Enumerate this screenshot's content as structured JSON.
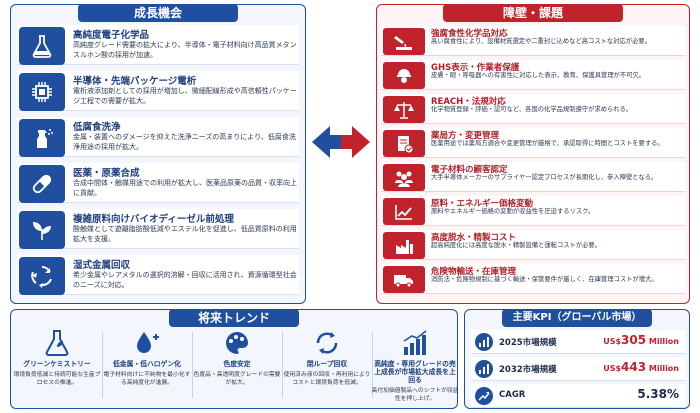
{
  "opportunities": {
    "header": "成長機会",
    "items": [
      {
        "icon": "flask-icon",
        "title": "高純度電子化学品",
        "desc": "高純度グレード需要の拡大により、半導体・電子材料向け高品質メタンスルホン酸の採用が加速。"
      },
      {
        "icon": "chip-icon",
        "title": "半導体・先端パッケージ電析",
        "desc": "電析液添加剤としての採用が増加し、微細配線形成や高信頼性パッケージ工程での需要が拡大。"
      },
      {
        "icon": "spray-bottle-icon",
        "title": "低腐食洗浄",
        "desc": "金属・装置へのダメージを抑えた洗浄ニーズの高まりにより、低腐食洗浄用途の採用が拡大。"
      },
      {
        "icon": "capsule-icon",
        "title": "医薬・原薬合成",
        "desc": "合成中間体・触媒用途での利用が拡大し、医薬品原薬の品質・収率向上に貢献。"
      },
      {
        "icon": "leaves-icon",
        "title": "複雑原料向けバイオディーゼル前処理",
        "desc": "酸触媒として遊離脂肪酸低減やエステル化を促進し、低品質原料の利用拡大を支援。"
      },
      {
        "icon": "recycle-icon",
        "title": "湿式金属回収",
        "desc": "希少金属やレアメタルの選択的溶解・回収に活用され、資源循環型社会のニーズに対応。"
      }
    ]
  },
  "barriers": {
    "header": "障壁・課題",
    "items": [
      {
        "icon": "corrosion-icon",
        "title": "強腐食性化学品対応",
        "desc": "高い腐食性により、設備材質選定や二重封じ込めなど高コストな対応が必要。"
      },
      {
        "icon": "worker-icon",
        "title": "GHS表示・作業者保護",
        "desc": "皮膚・眼・呼吸器への有害性に対応した表示、教育、保護具管理が不可欠。"
      },
      {
        "icon": "scale-icon",
        "title": "REACH・法規対応",
        "desc": "化学物質登録・評価・認可など、各国の化学品規制遵守が求められる。"
      },
      {
        "icon": "document-check-icon",
        "title": "薬局方・変更管理",
        "desc": "医薬用途では薬局方適合や変更管理が厳格で、承認取得に時間とコストを要する。"
      },
      {
        "icon": "people-icon",
        "title": "電子材料の顧客認定",
        "desc": "大手半導体メーカーのサプライヤー認定プロセスが長期化し、参入障壁となる。"
      },
      {
        "icon": "trend-chart-icon",
        "title": "原料・エネルギー価格変動",
        "desc": "原料やエネルギー価格の変動が収益性を圧迫するリスク。"
      },
      {
        "icon": "factory-icon",
        "title": "高度脱水・精製コスト",
        "desc": "超高純度化には高度な脱水・精製設備と運転コストが必要。"
      },
      {
        "icon": "truck-icon",
        "title": "危険物輸送・在庫管理",
        "desc": "消防法・危険物規制に基づく輸送・保管要件が厳しく、在庫管理コストが増大。"
      }
    ]
  },
  "trends": {
    "header": "将来トレンド",
    "items": [
      {
        "icon": "green-flask-icon",
        "title": "グリーンケミストリー",
        "desc": "環境負荷低減と持続可能な生産プロセスの推進。"
      },
      {
        "icon": "drop-icon",
        "title": "低金属・低ハロゲン化",
        "desc": "電子材料向けに不純物を最小化する高純度化が進展。"
      },
      {
        "icon": "palette-icon",
        "title": "色度安定",
        "desc": "色度品・高透明度グレードの需要が拡大。"
      },
      {
        "icon": "loop-icon",
        "title": "閉ループ回収",
        "desc": "使用済み液の回収・再利用によりコストと環境負荷を低減。"
      },
      {
        "icon": "growth-icon",
        "title": "高純度・専用グレードの売上成長が市場拡大成長を上回る",
        "desc": "高付加価値製品へのシフトが収益性を押し上げ。"
      }
    ]
  },
  "kpi": {
    "header": "主要KPI（グローバル市場）",
    "rows": [
      {
        "icon": "bar-chart-icon",
        "label": "2025市場規模",
        "currency": "US$",
        "value": "305",
        "unit": " Million"
      },
      {
        "icon": "bar-chart-icon",
        "label": "2032市場規模",
        "currency": "US$",
        "value": "443",
        "unit": " Million"
      },
      {
        "icon": "growth-arrow-icon",
        "label": "CAGR",
        "currency": "",
        "value": "5.38%",
        "unit": ""
      }
    ]
  },
  "colors": {
    "blue": "#1f4f9e",
    "red": "#c0232b"
  }
}
